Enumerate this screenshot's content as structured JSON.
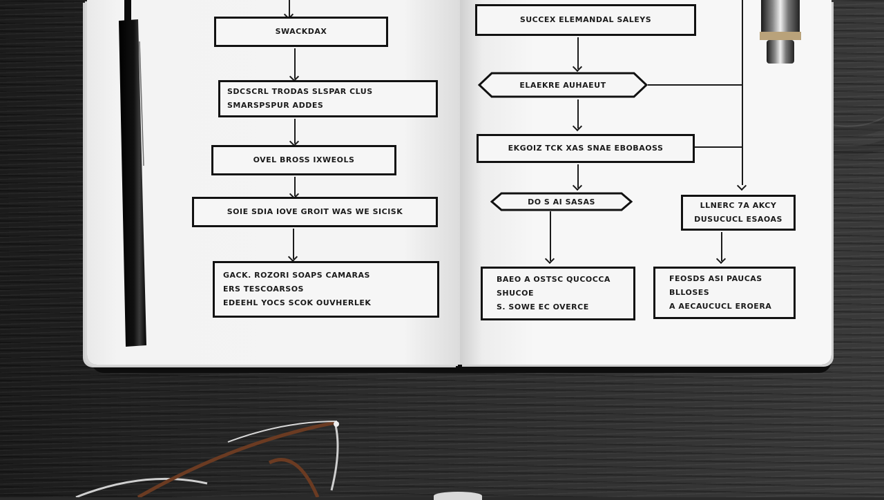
{
  "scene": {
    "description": "Open notebook on a dark wooden desk with a hand-drawn flowchart, a black pen, a silver pen cap and a pair of eyeglasses",
    "colors": {
      "desk": "#2a2a2a",
      "paper": "#f4f4f4",
      "ink": "#111111",
      "pen": "#0c0c0c"
    }
  },
  "left_page": {
    "boxes": [
      {
        "lines": [
          "SWACKDAX"
        ]
      },
      {
        "lines": [
          "SDCSCRL TRODAS SLSPAR CLUS",
          "SMARSPSPUR ADDES"
        ]
      },
      {
        "lines": [
          "OVEL BROSS IXWEOLS"
        ]
      },
      {
        "lines": [
          "SOIE SDIA IOVE GROIT WAS WE SICISK"
        ]
      },
      {
        "lines": [
          "GACK. ROZORI SOAPS CAMARAS",
          "ERS TESCOARSOS",
          "EDEEHL YOCS SCOK OUVHERLEK"
        ]
      }
    ]
  },
  "right_page": {
    "boxes": [
      {
        "lines": [
          "SUCCEX ELEMANDAL SALEYS"
        ]
      },
      {
        "shape": "hexagon",
        "lines": [
          "ELAEKRE AUHAEUT"
        ]
      },
      {
        "lines": [
          "EKGOIZ TCK XAS SNAE EBOBAOSS"
        ]
      },
      {
        "shape": "hexagon",
        "lines": [
          "DO S AI SASAS"
        ]
      },
      {
        "lines": [
          "LLNERC 7A AKCY",
          "DUSUCUCL ESAOAS"
        ]
      },
      {
        "lines": [
          "BAEO A OSTSC QUCOCCA",
          "SHUCOE",
          "S. SOWE EC OVERCE"
        ]
      },
      {
        "lines": [
          "FEOSDS ASI PAUCAS",
          "BLLOSES",
          "A AECAUCUCL EROERA"
        ]
      }
    ]
  },
  "objects": {
    "pen_left": "black-felt-pen",
    "pen_right": "silver-pen-cap",
    "glasses": "eyeglasses",
    "cup": "white-cup-rim"
  }
}
